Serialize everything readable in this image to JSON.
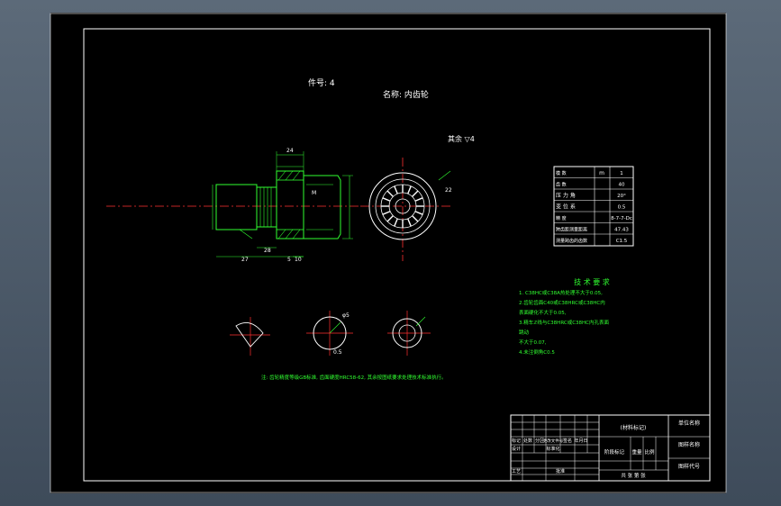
{
  "drawing": {
    "part_no": "件号: 4",
    "part_name": "名称: 内齿轮",
    "roughness_rest": "其余 ▽4",
    "dims": {
      "d24": "24",
      "d27": "27",
      "d28": "28",
      "d5": "5",
      "d10": "10",
      "dM": "M",
      "phi5": "φ5",
      "phi05": "0.5",
      "deg": "22"
    },
    "notes_title": "技 术 要 求",
    "notes": [
      "1. C38HC或C38A热处理不大于0.05,",
      "2.齿轮齿面C40或C38HRC或C38HC内",
      "  表面硬化不大于0.05,",
      "3.精车ℤ线与C38HRC或C38HC内孔表面",
      "  跳动",
      "  不大于0.07,",
      "4.未注倒角C0.5"
    ],
    "bottom_note": "注: 齿轮精度等级GB标准, 齿面硬度HRC58-62, 其余按图纸要求处理技术标准执行。",
    "gear_table": [
      [
        "模    数",
        "m",
        "1"
      ],
      [
        "齿    数",
        "",
        "40"
      ],
      [
        "压 力 角",
        "",
        "20°"
      ],
      [
        "变 位 系",
        "",
        "0.5"
      ],
      [
        "精    度",
        "",
        "8-7-7-Dc"
      ],
      [
        "跨齿距测量距离",
        "",
        "47.43"
      ],
      [
        "测量跨齿的齿数",
        "",
        "C1.5"
      ]
    ],
    "title_block": {
      "material": "(材料标记)",
      "company": "单位名称",
      "drawing_name": "图样名称",
      "drawing_code": "图样代号",
      "stage": "阶段标记",
      "weight": "重量",
      "scale": "比例",
      "sheets": "共  张    第  张",
      "designer": "设计",
      "process": "工艺",
      "approve": "批准",
      "std": "标准化",
      "mark": "标记",
      "count": "处数",
      "zone": "分区",
      "change_no": "更改文件号",
      "sign": "签名",
      "date": "年月日"
    }
  }
}
